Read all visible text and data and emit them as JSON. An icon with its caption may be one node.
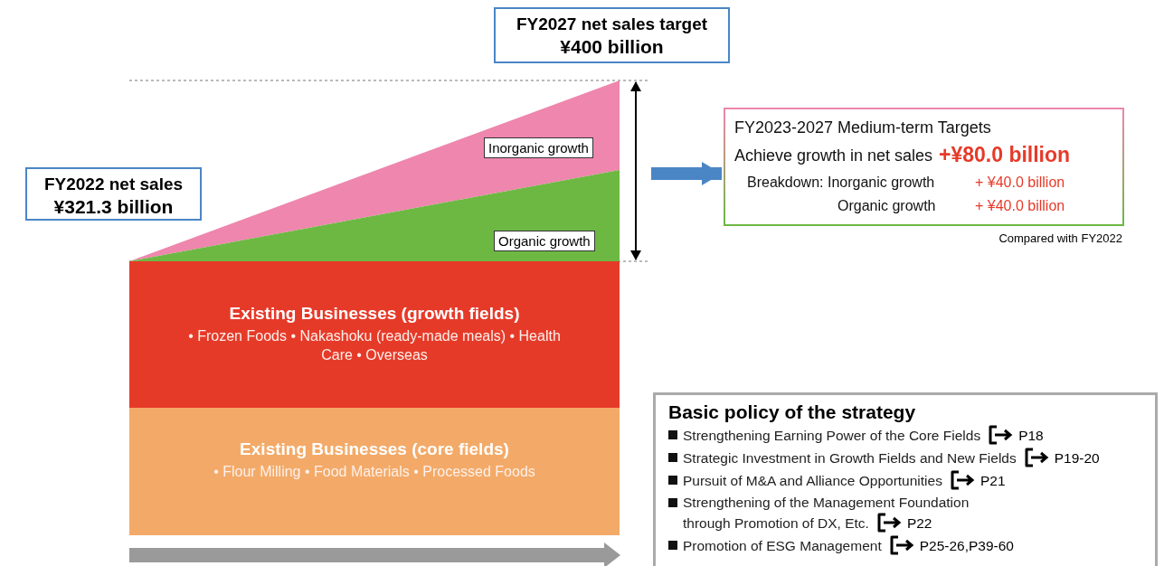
{
  "diagram": {
    "nodes": [
      {
        "text": [
          "FY2022 net sales",
          "¥321.3 billion"
        ]
      },
      {
        "text": [
          "FY2027 net sales target",
          "¥400 billion"
        ]
      },
      {
        "text": [
          "Existing Businesses (growth fields)",
          "• Frozen Foods  • Nakashoku (ready-made meals) • Health Care  • Overseas"
        ]
      },
      {
        "text": [
          "Existing Businesses (core fields)",
          "• Flour Milling   • Food Materials • Processed Foods"
        ]
      },
      {
        "text": [
          "Inorganic growth"
        ]
      },
      {
        "text": [
          "Organic growth"
        ]
      },
      {
        "text": [
          "FY2023-2027 Medium-term Targets",
          "Achieve growth in net sales",
          "+¥80.0 billion",
          "Breakdown: Inorganic growth",
          "+ ¥40.0 billion",
          "Organic growth",
          "+ ¥40.0 billion"
        ],
        "beside": [
          "Compared with FY2022"
        ]
      },
      {
        "text": [
          "Basic policy of the strategy",
          "Strengthening Earning Power of the Core Fields",
          "P18",
          "Strategic Investment in Growth Fields and New Fields",
          "P19-20",
          "Pursuit of M&A and Alliance Opportunities",
          "P21",
          "Strengthening of the Management Foundation through Promotion of DX, Etc.",
          "P22",
          "Promotion of ESG Management",
          "P25-26,P39-60"
        ]
      }
    ],
    "edges": [
      {
        "from": null,
        "to": 6,
        "arrow": "to",
        "color": "#4a86c5"
      }
    ]
  }
}
